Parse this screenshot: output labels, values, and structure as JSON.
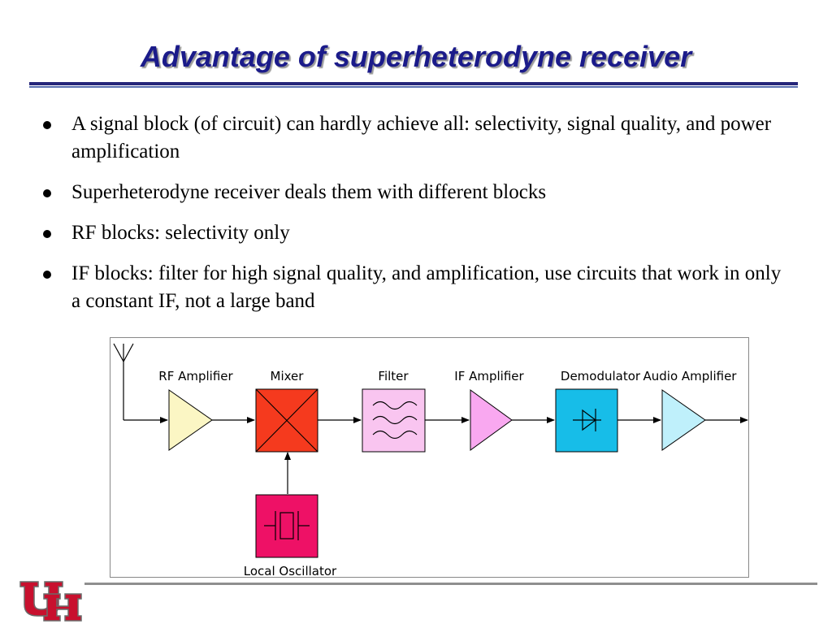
{
  "slide": {
    "title": "Advantage of superheterodyne receiver",
    "bullets": [
      "A signal block (of circuit) can hardly achieve all: selectivity, signal quality, and power amplification",
      "Superheterodyne receiver deals them with different blocks",
      "RF blocks: selectivity only",
      "IF blocks: filter for high signal quality, and amplification, use circuits that work in only a constant IF, not a large band"
    ]
  },
  "diagram": {
    "labels": {
      "rf_amplifier": "RF Amplifier",
      "mixer": "Mixer",
      "filter": "Filter",
      "if_amplifier": "IF Amplifier",
      "demodulator": "Demodulator",
      "audio_amplifier": "Audio Amplifier",
      "local_oscillator": "Local Oscillator"
    },
    "colors": {
      "rf_amplifier": "#fbf6c4",
      "mixer": "#f53a1e",
      "filter": "#f9c5f0",
      "if_amplifier": "#f9a8f0",
      "demodulator": "#17bde8",
      "audio_amplifier": "#bff0fb",
      "local_oscillator": "#ee1166"
    }
  },
  "brand": {
    "logo_colors": {
      "primary": "#c8102e",
      "outline": "#6a6a6a"
    }
  }
}
